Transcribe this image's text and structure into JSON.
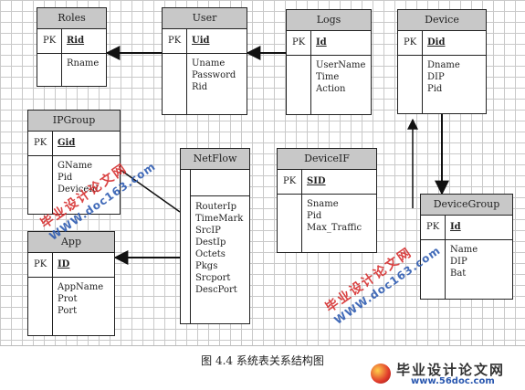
{
  "entities": {
    "roles": {
      "title": "Roles",
      "pk": "PK",
      "key": "Rid",
      "attrs": [
        "Rname"
      ]
    },
    "user": {
      "title": "User",
      "pk": "PK",
      "key": "Uid",
      "attrs": [
        "Uname",
        "Password",
        "Rid"
      ]
    },
    "logs": {
      "title": "Logs",
      "pk": "PK",
      "key": "Id",
      "attrs": [
        "UserName",
        "Time",
        "Action"
      ]
    },
    "device": {
      "title": "Device",
      "pk": "PK",
      "key": "Did",
      "attrs": [
        "Dname",
        "DIP",
        "Pid"
      ]
    },
    "ipgroup": {
      "title": "IPGroup",
      "pk": "PK",
      "key": "Gid",
      "attrs": [
        "GName",
        "Pid",
        "DeviceId"
      ]
    },
    "netflow": {
      "title": "NetFlow",
      "attrs": [
        "RouterIp",
        "TimeMark",
        "SrcIP",
        "DestIp",
        "Octets",
        "Pkgs",
        "Srcport",
        "DescPort"
      ]
    },
    "deviceif": {
      "title": "DeviceIF",
      "pk": "PK",
      "key": "SID",
      "attrs": [
        "Sname",
        "Pid",
        "Max_Traffic"
      ]
    },
    "devicegroup": {
      "title": "DeviceGroup",
      "pk": "PK",
      "key": "Id",
      "attrs": [
        "Name",
        "DIP",
        "Bat"
      ]
    },
    "app": {
      "title": "App",
      "pk": "PK",
      "key": "ID",
      "attrs": [
        "AppName",
        "Prot",
        "Port"
      ]
    }
  },
  "caption": "图 4.4 系统表关系结构图",
  "watermarks": {
    "line1": "毕业设计论文网",
    "line2": "WWW.doc163.com"
  },
  "logo": {
    "text": "毕业设计论文网",
    "url": "www.56doc.com"
  }
}
